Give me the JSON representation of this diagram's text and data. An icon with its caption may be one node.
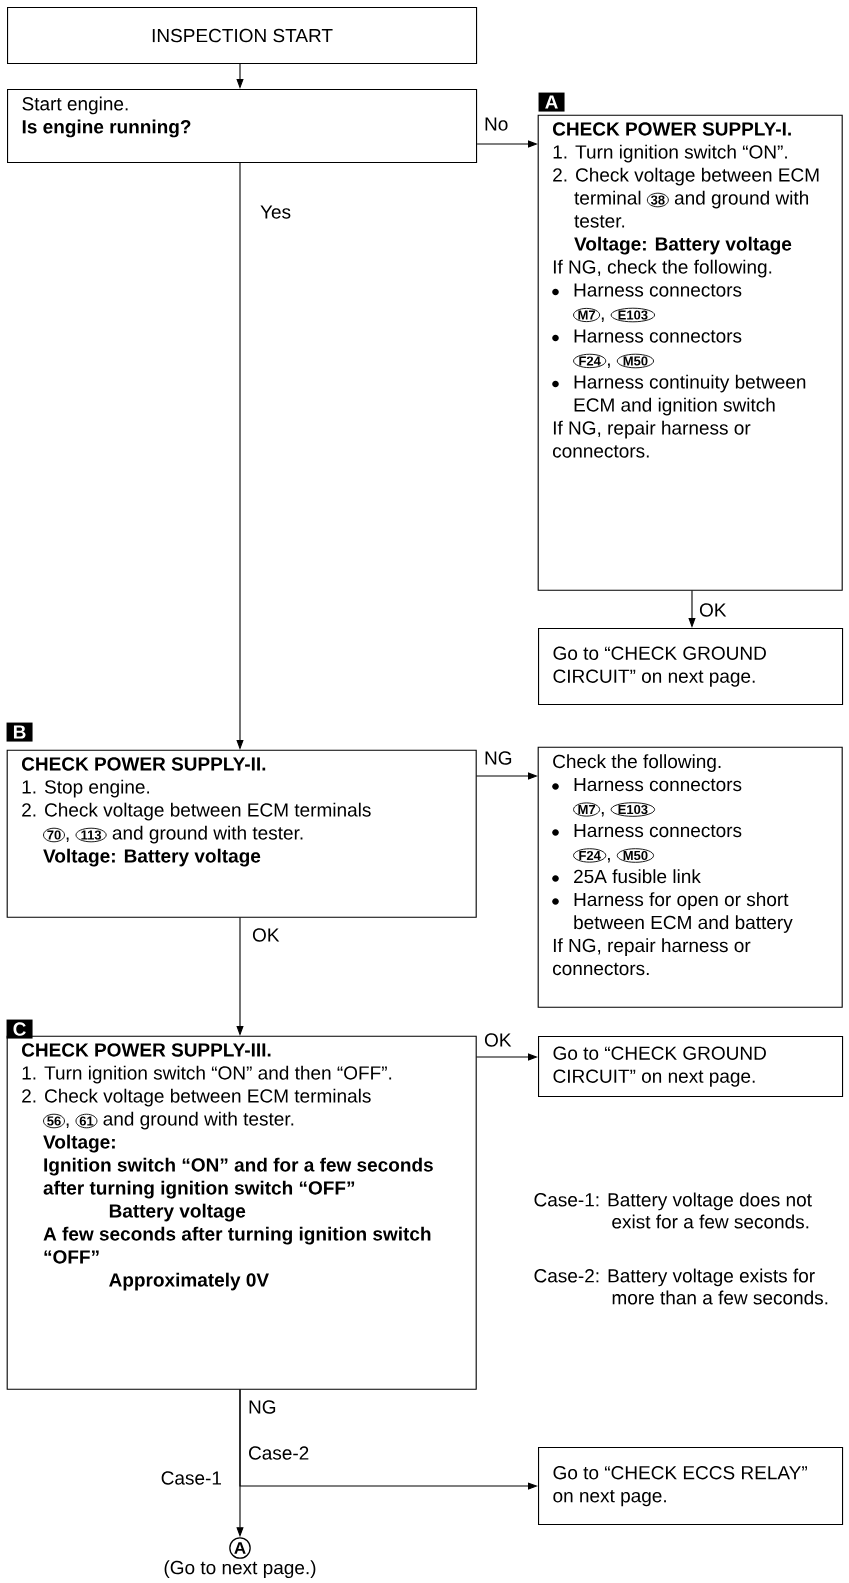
{
  "diagram": {
    "nodes": [
      {
        "text": [
          "INSPECTION START"
        ]
      },
      {
        "text": [
          "Start engine.",
          "Is engine running?"
        ]
      },
      {
        "beside": [
          "A"
        ],
        "text": [
          "CHECK POWER SUPPLY-I.",
          "1. Turn ignition switch “ON”.",
          "2. Check voltage between ECM terminal",
          "38",
          "and ground with tester.",
          "Voltage: Battery voltage",
          "If NG, check the following.",
          "Harness connectors",
          "M7",
          ",",
          "E103",
          "Harness connectors",
          "F24",
          ",",
          "M50",
          "Harness continuity between ECM and ignition switch",
          "If NG, repair harness or connectors."
        ]
      },
      {
        "text": [
          "Go to “CHECK GROUND CIRCUIT” on next page."
        ]
      },
      {
        "beside": [
          "B"
        ],
        "text": [
          "CHECK POWER SUPPLY-II.",
          "1. Stop engine.",
          "2. Check voltage between ECM terminals",
          "70",
          ",",
          "113",
          "and ground with tester.",
          "Voltage: Battery voltage"
        ]
      },
      {
        "text": [
          "Check the following.",
          "Harness connectors",
          "M7",
          ",",
          "E103",
          "Harness connectors",
          "F24",
          ",",
          "M50",
          "25A fusible link",
          "Harness for open or short between ECM and battery",
          "If NG, repair harness or connectors."
        ]
      },
      {
        "beside": [
          "C"
        ],
        "text": [
          "CHECK POWER SUPPLY-III.",
          "1. Turn ignition switch “ON” and then “OFF”.",
          "2. Check voltage between ECM terminals",
          "56",
          ",",
          "61",
          "and ground with tester.",
          "Voltage:",
          "Ignition switch “ON” and for a few seconds after turning ignition switch “OFF”",
          "Battery voltage",
          "A few seconds after turning ignition switch “OFF”",
          "Approximately 0V"
        ]
      },
      {
        "text": [
          "Go to “CHECK GROUND CIRCUIT” on next page."
        ]
      },
      {
        "text": [
          "Go to “CHECK ECCS RELAY” on next page."
        ]
      },
      {
        "text": [
          "A"
        ],
        "beside": [
          "(Go to next page.)"
        ]
      }
    ],
    "edges": [
      {
        "from": 0,
        "to": 1,
        "arrow": "to"
      },
      {
        "from": 1,
        "to": 2,
        "arrow": "to",
        "label": "No"
      },
      {
        "from": 1,
        "to": 4,
        "arrow": "to",
        "label": "Yes"
      },
      {
        "from": 2,
        "to": 3,
        "arrow": "to",
        "label": "OK"
      },
      {
        "from": 4,
        "to": 5,
        "arrow": "to",
        "label": "NG"
      },
      {
        "from": 4,
        "to": 6,
        "arrow": "to",
        "label": "OK"
      },
      {
        "from": 6,
        "to": 7,
        "arrow": "to",
        "label": "OK"
      },
      {
        "from": 6,
        "to": 9,
        "arrow": "to",
        "label": "Case-1"
      },
      {
        "from": 6,
        "to": 8,
        "arrow": "to",
        "label": "Case-2"
      }
    ],
    "labels": [
      "Case-1: Battery voltage does not exist for a few seconds.",
      "Case-2: Battery voltage exists for more than a few seconds.",
      "NG"
    ]
  }
}
